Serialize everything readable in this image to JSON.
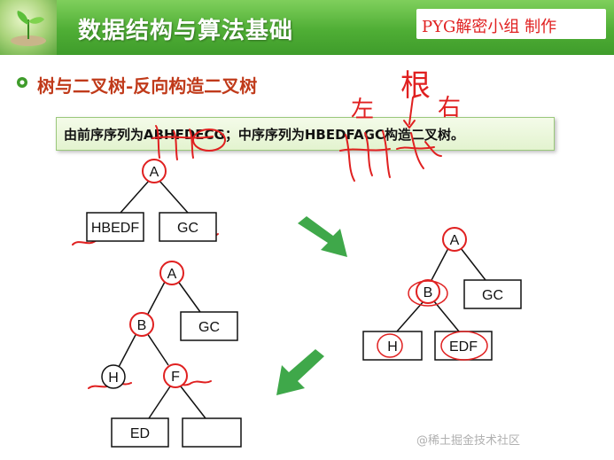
{
  "header": {
    "title": "数据结构与算法基础",
    "author": "PYG解密小组 制作"
  },
  "section": {
    "title": "树与二叉树-反向构造二叉树"
  },
  "problem": {
    "text": "由前序序列为ABHFDECG；中序序列为HBEDFAGC构造二叉树。"
  },
  "annotations": {
    "left": "左",
    "root": "根",
    "right": "右"
  },
  "tree1": {
    "root": "A",
    "left": "HBEDF",
    "right": "GC"
  },
  "tree2": {
    "root": "A",
    "b": "B",
    "bl": "H",
    "br": "EDF",
    "right": "GC"
  },
  "tree3": {
    "root": "A",
    "b": "B",
    "h": "H",
    "f": "F",
    "gc": "GC",
    "ed": "ED",
    "empty": ""
  },
  "watermark": "@稀土掘金技术社区",
  "colors": {
    "header_green": "#4fae35",
    "node_red": "#e02020",
    "arrow_green": "#3fa84a"
  }
}
